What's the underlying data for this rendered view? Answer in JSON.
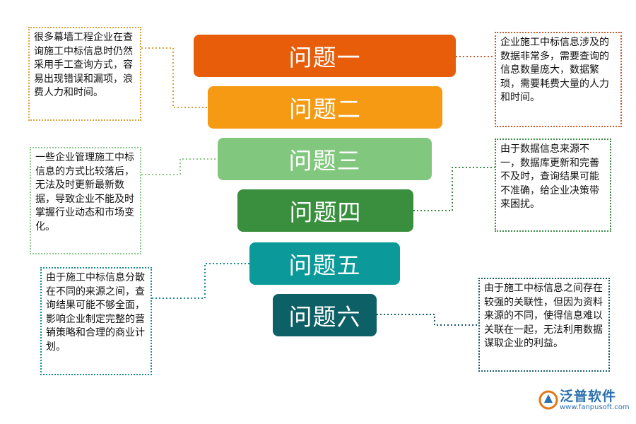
{
  "problems": [
    {
      "label": "问题一",
      "color": "#e85d0a",
      "note_color": "#c65a2a",
      "note": "企业施工中标信息涉及的数据非常多，需要查询的信息数量庞大，数据繁琐，需要耗费大量的人力和时间。"
    },
    {
      "label": "问题二",
      "color": "#f59a12",
      "note_color": "#d8a23a",
      "note": "很多幕墙工程企业在查询施工中标信息时仍然采用手工查询方式，容易出现错误和漏项，浪费人力和时间。"
    },
    {
      "label": "问题三",
      "color": "#82c77e",
      "note_color": "#8cc88a",
      "note": "一些企业管理施工中标信息的方式比较落后，无法及时更新最新数据，导致企业不能及时掌握行业动态和市场变化。"
    },
    {
      "label": "问题四",
      "color": "#3a8f3e",
      "note_color": "#3d8a45",
      "note": "由于数据信息来源不一，数据库更新和完善不及时，查询结果可能不准确，给企业决策带来困扰。"
    },
    {
      "label": "问题五",
      "color": "#0b9a99",
      "note_color": "#1a8c8f",
      "note": "由于施工中标信息分散在不同的来源之间，查询结果可能不够全面，影响企业制定完整的营销策略和合理的商业计划。"
    },
    {
      "label": "问题六",
      "color": "#0d6066",
      "note_color": "#1a5f66",
      "note": "由于施工中标信息之间存在较强的关联性，但因为资料来源的不同，使得信息难以关联在一起，无法利用数据谋取企业的利益。"
    }
  ],
  "logo": {
    "brand": "泛普软件",
    "url": "www.fanpusoft.com",
    "icon": "fanpu-logo-icon"
  }
}
